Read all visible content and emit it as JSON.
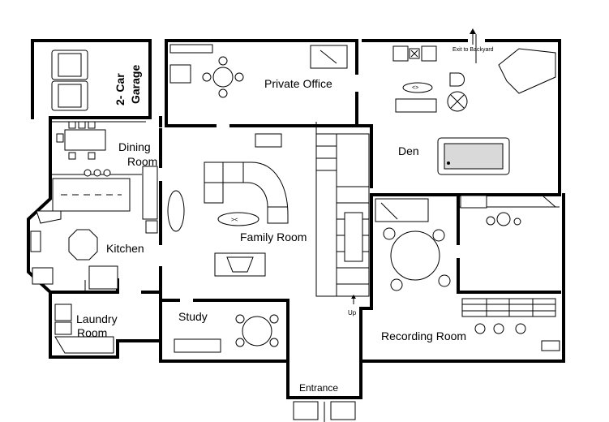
{
  "rooms": {
    "garage_line1": "2- Car",
    "garage_line2": "Garage",
    "private_office": "Private Office",
    "den": "Den",
    "dining_line1": "Dining",
    "dining_line2": "Room",
    "kitchen": "Kitchen",
    "family_room": "Family Room",
    "laundry_line1": "Laundry",
    "laundry_line2": "Room",
    "study": "Study",
    "recording_room": "Recording Room",
    "entrance": "Entrance"
  },
  "annotations": {
    "exit_backyard": "Exit to Backyard",
    "stairs_up": "Up"
  }
}
